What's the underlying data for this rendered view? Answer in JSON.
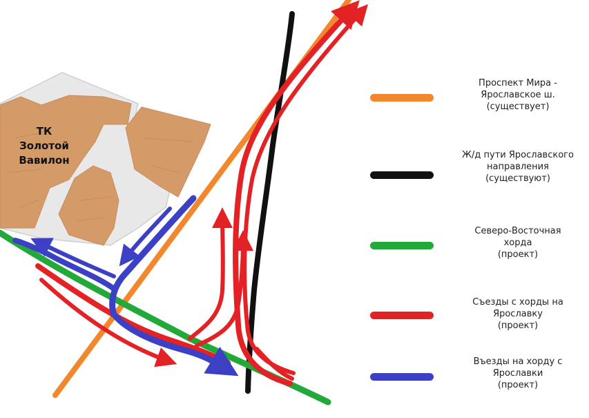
{
  "place": {
    "label_lines": [
      "ТК",
      "Золотой",
      "Вавилон"
    ]
  },
  "legend": [
    {
      "key": "prospekt",
      "lines": [
        "Проспект Мира -",
        "Ярославское ш.",
        "(существует)"
      ],
      "color": "#f3872e"
    },
    {
      "key": "railway",
      "lines": [
        "Ж/д пути Ярославского",
        "направления",
        "(существуют)"
      ],
      "color": "#111111"
    },
    {
      "key": "chord",
      "lines": [
        "Северо-Восточная",
        "хорда",
        "(проект)"
      ],
      "color": "#23a83a"
    },
    {
      "key": "exits",
      "lines": [
        "Съезды с хорды на",
        "Ярославку",
        "(проект)"
      ],
      "color": "#e32226"
    },
    {
      "key": "entries",
      "lines": [
        "Въезды на хорду с",
        "Ярославки",
        "(проект)"
      ],
      "color": "#3b40c4"
    }
  ],
  "colors": {
    "buildings": "#d49a68",
    "building_edge": "#c68c5c",
    "block_fill": "#e8e8e8",
    "block_edge": "#cfcfcf"
  }
}
